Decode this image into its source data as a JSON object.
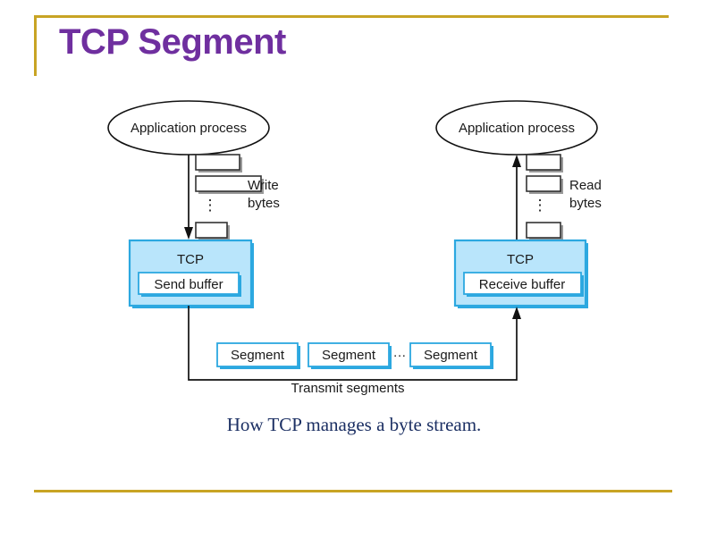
{
  "slide": {
    "title": "TCP Segment",
    "title_color": "#6f2f9f",
    "rule_color": "#c8a424",
    "caption": "How TCP manages a byte stream."
  },
  "figure": {
    "accent_color": "#2ca8e0",
    "fill_color": "#b9e5fb",
    "left": {
      "process_label": "Application process",
      "direction_label_line1": "Write",
      "direction_label_line2": "bytes",
      "tcp_label": "TCP",
      "buffer_label": "Send buffer",
      "ellipsis": "⋮"
    },
    "right": {
      "process_label": "Application process",
      "direction_label_line1": "Read",
      "direction_label_line2": "bytes",
      "tcp_label": "TCP",
      "buffer_label": "Receive buffer",
      "ellipsis": "⋮"
    },
    "segments": {
      "labels": [
        "Segment",
        "Segment",
        "Segment"
      ],
      "ellipsis": "···",
      "transmit_label": "Transmit segments"
    }
  }
}
